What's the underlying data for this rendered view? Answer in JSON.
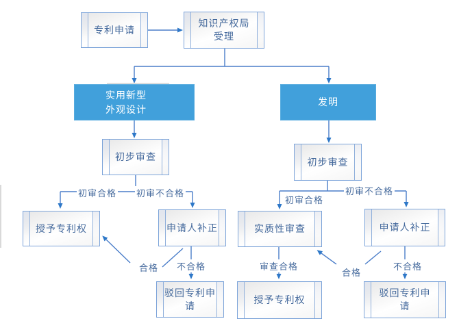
{
  "diagram": {
    "type": "flowchart",
    "topic": "patent application examination process"
  },
  "nodes": {
    "patent_application": {
      "label": "专利申请"
    },
    "ipo_acceptance": {
      "label": "知识产权局受理"
    },
    "utility_model_design": {
      "lines": [
        "实用新型",
        "外观设计"
      ]
    },
    "invention": {
      "label": "发明"
    },
    "preliminary_exam_left": {
      "label": "初步审查"
    },
    "preliminary_exam_right": {
      "label": "初步审查"
    },
    "grant_patent_left": {
      "label": "授予专利权"
    },
    "applicant_correction_left": {
      "label": "申请人补正"
    },
    "substantive_exam": {
      "label": "实质性审查"
    },
    "applicant_correction_right": {
      "label": "申请人补正"
    },
    "reject_application_left": {
      "label": "驳回专利申请"
    },
    "grant_patent_right": {
      "label": "授予专利权"
    },
    "reject_application_right": {
      "label": "驳回专利申请"
    }
  },
  "edge_labels": {
    "prelim_pass_left": "初审合格",
    "prelim_fail_left": "初审不合格",
    "prelim_pass_right": "初审合格",
    "prelim_fail_right": "初审不合格",
    "qualified_left": "合格",
    "unqualified_left": "不合格",
    "exam_pass_right": "审查合格",
    "qualified_right": "合格",
    "unqualified_right": "不合格"
  },
  "colors": {
    "node_border": "#7ba3d9",
    "node_text": "#44699c",
    "highlight_fill": "#41a0db",
    "highlight_text": "#ffffff",
    "connector": "#4a7dc9",
    "arrowhead": "#2e78c8"
  }
}
